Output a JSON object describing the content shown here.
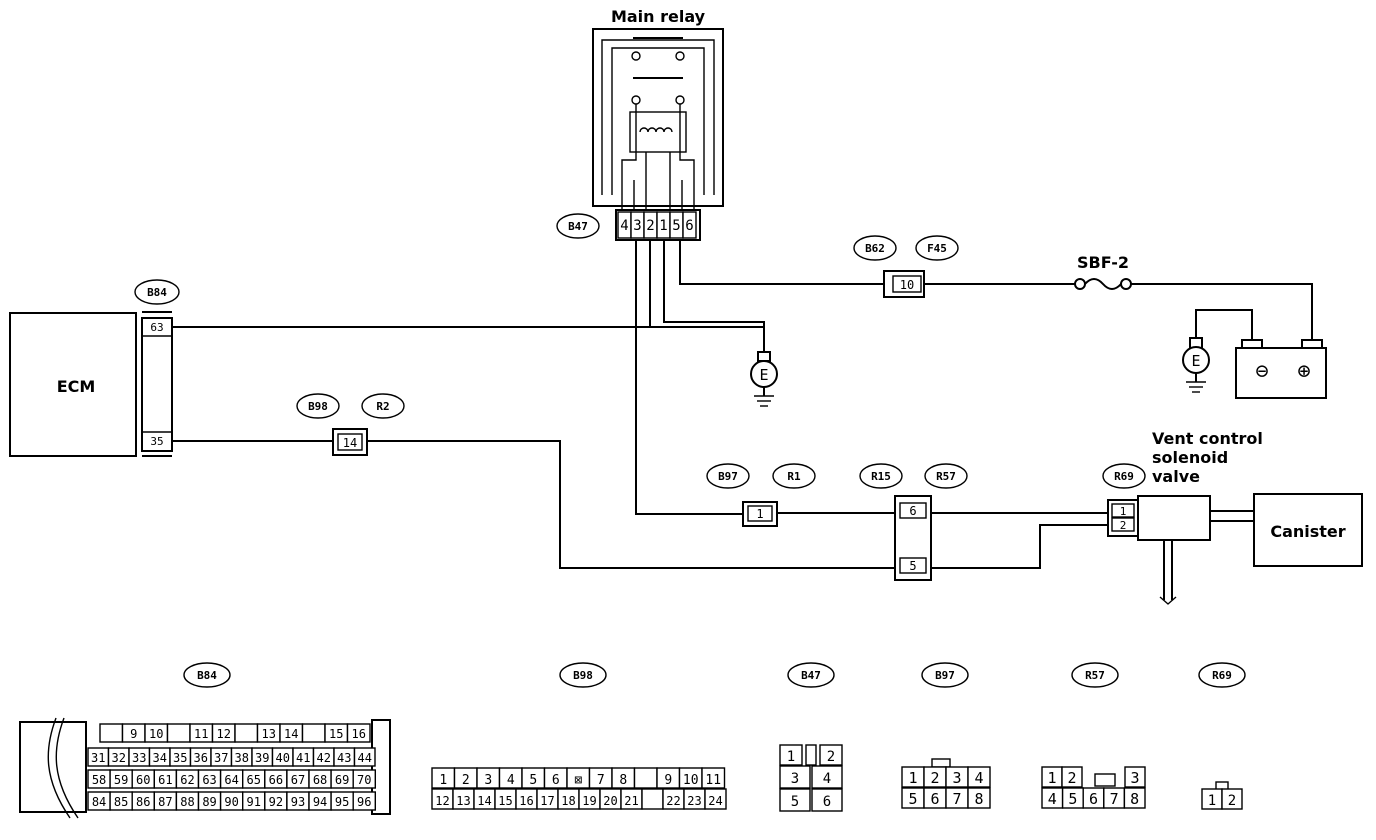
{
  "components": {
    "main_relay": "Main relay",
    "ecm": "ECM",
    "canister": "Canister",
    "sbf": "SBF-2",
    "vent_valve": [
      "Vent control",
      "solenoid",
      "valve"
    ],
    "ground_left": "E",
    "ground_right": "E",
    "battery_neg": "⊖",
    "battery_pos": "⊕"
  },
  "connector_tags": {
    "b47": "B47",
    "b84": "B84",
    "b62": "B62",
    "f45": "F45",
    "b98": "B98",
    "r2": "R2",
    "b97": "B97",
    "r1": "R1",
    "r15": "R15",
    "r57": "R57",
    "r69": "R69"
  },
  "pins": {
    "relay": [
      "4",
      "3",
      "2",
      "1",
      "5",
      "6"
    ],
    "ecm_top": "63",
    "ecm_bottom": "35",
    "b62_f45": "10",
    "b98_r2": "14",
    "b97_r1": "1",
    "r15_r57_top": "6",
    "r15_r57_bottom": "5",
    "r69_top": "1",
    "r69_bottom": "2"
  },
  "legend": {
    "labels": [
      "B84",
      "B98",
      "B47",
      "B97",
      "R57",
      "R69"
    ],
    "b84": {
      "row1": [
        "",
        "9",
        "10",
        "",
        "11",
        "12",
        "",
        "13",
        "14",
        "",
        "15",
        "16"
      ],
      "row2": [
        "31",
        "32",
        "33",
        "34",
        "35",
        "36",
        "37",
        "38",
        "39",
        "40",
        "41",
        "42",
        "43",
        "44"
      ],
      "row3": [
        "58",
        "59",
        "60",
        "61",
        "62",
        "63",
        "64",
        "65",
        "66",
        "67",
        "68",
        "69",
        "70"
      ],
      "row4": [
        "84",
        "85",
        "86",
        "87",
        "88",
        "89",
        "90",
        "91",
        "92",
        "93",
        "94",
        "95",
        "96"
      ]
    },
    "b98": {
      "row1": [
        "1",
        "2",
        "3",
        "4",
        "5",
        "6",
        "⊠",
        "7",
        "8",
        "",
        "9",
        "10",
        "11"
      ],
      "row2": [
        "12",
        "13",
        "14",
        "15",
        "16",
        "17",
        "18",
        "19",
        "20",
        "21",
        "",
        "22",
        "23",
        "24"
      ]
    },
    "b47": [
      "1",
      "2",
      "3",
      "4",
      "5",
      "6"
    ],
    "b97": {
      "row1": [
        "1",
        "2",
        "3",
        "4"
      ],
      "row2": [
        "5",
        "6",
        "7",
        "8"
      ]
    },
    "r57": {
      "row1": [
        "1",
        "2",
        "3"
      ],
      "row2": [
        "4",
        "5",
        "6",
        "7",
        "8"
      ]
    },
    "r69": [
      "1",
      "2"
    ]
  }
}
